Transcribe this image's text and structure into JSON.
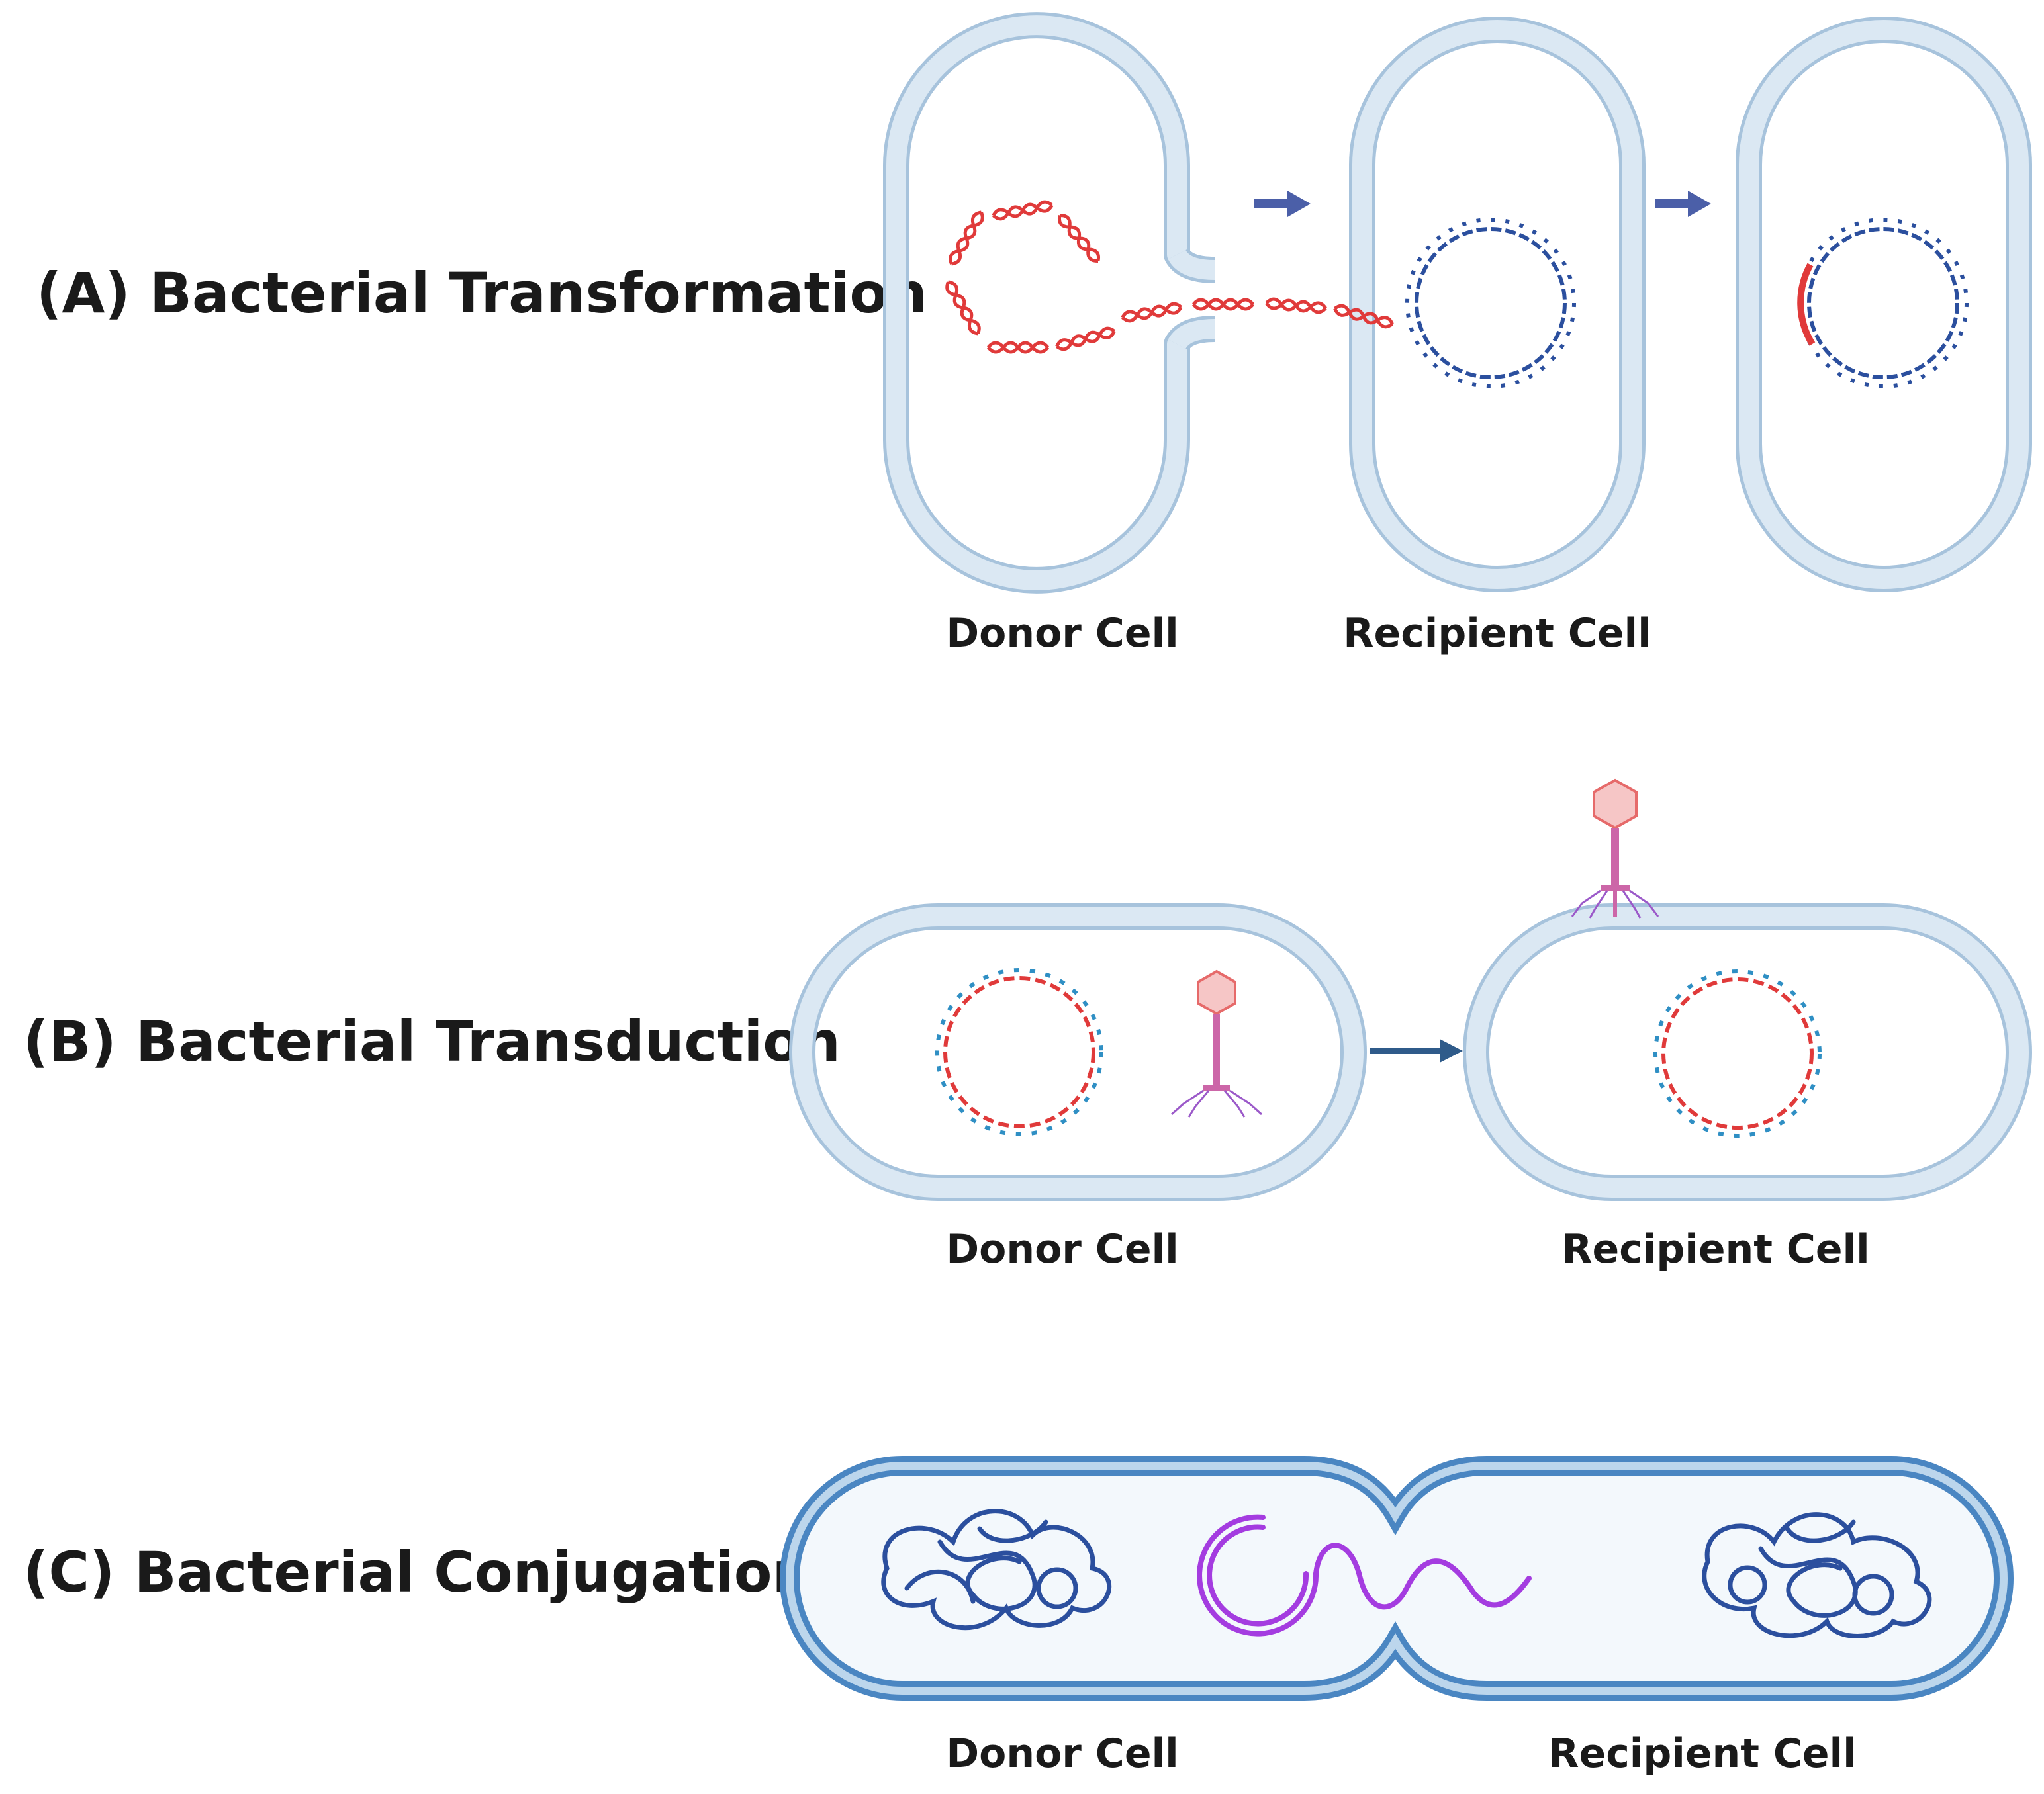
{
  "panels": [
    {
      "title": "(A) Bacterial Transformation",
      "labels": {
        "donor": "Donor Cell",
        "recipient": "Recipient  Cell"
      }
    },
    {
      "title": "(B) Bacterial Transduction",
      "labels": {
        "donor": "Donor Cell",
        "recipient": "Recipient  Cell"
      }
    },
    {
      "title": "(C) Bacterial Conjugation",
      "labels": {
        "donor": "Donor Cell",
        "recipient": "Recipient  Cell"
      }
    }
  ],
  "colors": {
    "membrane_light": "#dbe8f3",
    "membrane_edge": "#a7c3dc",
    "membrane_conj_edge": "#4a86c2",
    "cytoplasm_conj": "#f3f8fc",
    "donor_dna": "#e03a3a",
    "recipient_dna": "#2b4f9e",
    "plasmid": "#a43ce0",
    "phage_head": "#f6c6c6",
    "phage_head_edge": "#e66a6a",
    "phage_tail": "#cc66a8",
    "phage_fibers": "#9b59c9",
    "arrow_a": "#4b5fa8",
    "arrow_b": "#2f5b8a",
    "plasmid_b_red": "#e03a3a",
    "plasmid_b_blue": "#2f8fc4"
  },
  "icons": [
    "dna-helix-icon",
    "bacteriophage-icon",
    "arrow-right-icon"
  ]
}
